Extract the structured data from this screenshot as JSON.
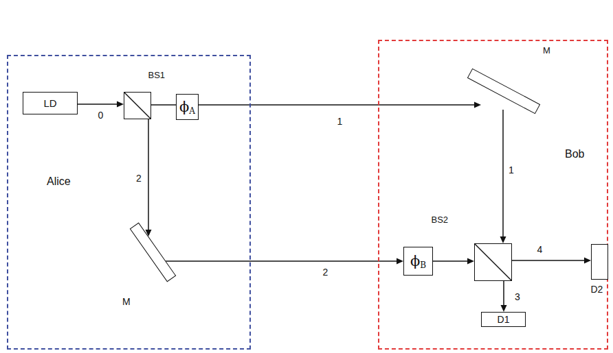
{
  "diagram": {
    "nodes": [
      {
        "text": [
          "Alice"
        ]
      },
      {
        "text": [
          "LD"
        ],
        "in": 0
      },
      {
        "text": [
          "BS1"
        ],
        "in": 0
      },
      {
        "text": [
          "ϕ",
          "A"
        ],
        "in": 0
      },
      {
        "text": [
          "M"
        ],
        "in": 0
      },
      {
        "text": [
          "Bob"
        ]
      },
      {
        "text": [
          "M"
        ],
        "in": 5
      },
      {
        "text": [
          "ϕ",
          "B"
        ],
        "in": 5
      },
      {
        "text": [
          "BS2"
        ],
        "in": 5
      },
      {
        "text": [
          "D2"
        ],
        "in": 5
      },
      {
        "text": [
          "D1"
        ],
        "in": 5
      }
    ],
    "edges": [
      {
        "from": 1,
        "to": 2,
        "arrow": "to",
        "label": "0"
      },
      {
        "from": 2,
        "to": 3,
        "arrow": "none"
      },
      {
        "from": 3,
        "to": 6,
        "arrow": "to",
        "label": "1"
      },
      {
        "from": 6,
        "to": 8,
        "arrow": "to",
        "label": "1"
      },
      {
        "from": 2,
        "to": 4,
        "arrow": "to",
        "label": "2"
      },
      {
        "from": 4,
        "to": 7,
        "arrow": "to",
        "label": "2"
      },
      {
        "from": 7,
        "to": 8,
        "arrow": "to"
      },
      {
        "from": 8,
        "to": 9,
        "arrow": "to",
        "label": "4"
      },
      {
        "from": 8,
        "to": 10,
        "arrow": "to",
        "label": "3"
      }
    ]
  }
}
